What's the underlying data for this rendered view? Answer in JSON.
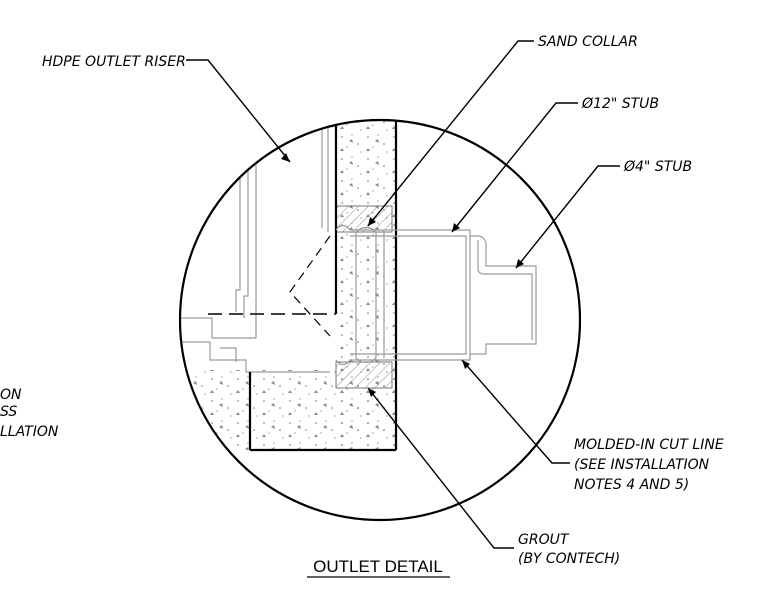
{
  "labels": {
    "hdpe_riser": "HDPE OUTLET RISER",
    "sand_collar": "SAND COLLAR",
    "stub12": "Ø12\" STUB",
    "stub4": "Ø4\" STUB",
    "molded_1": "MOLDED-IN CUT LINE",
    "molded_2": "(SEE INSTALLATION",
    "molded_3": "NOTES 4 AND 5)",
    "grout_1": "GROUT",
    "grout_2": "(BY CONTECH)",
    "left_1": "ON",
    "left_2": "SS",
    "left_3": "LLATION"
  },
  "title": "OUTLET DETAIL"
}
